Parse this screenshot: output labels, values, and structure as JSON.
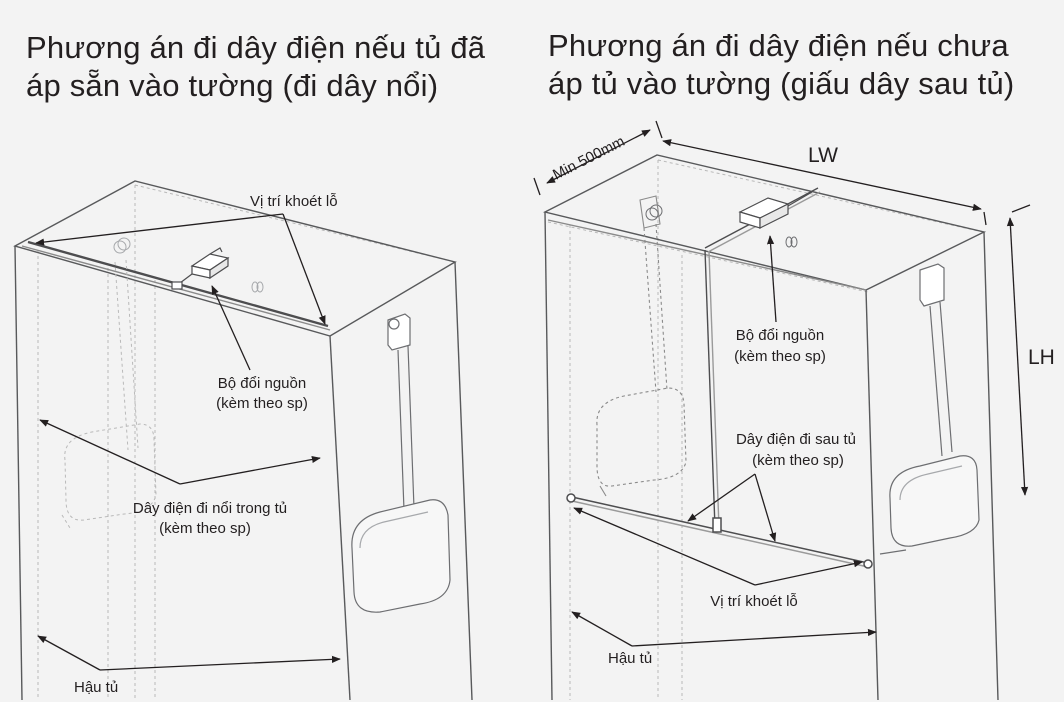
{
  "left_panel": {
    "title_line1": "Phương án đi dây điện nếu tủ đã",
    "title_line2": "áp sẵn vào tường (đi dây nổi)",
    "label_hole": "Vị trí khoét lỗ",
    "label_converter_1": "Bộ đổi nguồn",
    "label_converter_2": "(kèm theo sp)",
    "label_wire_1": "Dây điện đi nổi trong tủ",
    "label_wire_2": "(kèm theo sp)",
    "label_back": "Hậu tủ"
  },
  "right_panel": {
    "title_line1": "Phương án đi dây điện nếu chưa",
    "title_line2": "áp tủ vào tường (giấu dây sau tủ)",
    "label_min": "Min 500mm",
    "label_lw": "LW",
    "label_lh": "LH",
    "label_converter_1": "Bộ đổi nguồn",
    "label_converter_2": "(kèm theo sp)",
    "label_wire_1": "Dây điện đi sau tủ",
    "label_wire_2": "(kèm theo sp)",
    "label_hole": "Vị trí khoét lỗ",
    "label_back": "Hậu tủ"
  }
}
